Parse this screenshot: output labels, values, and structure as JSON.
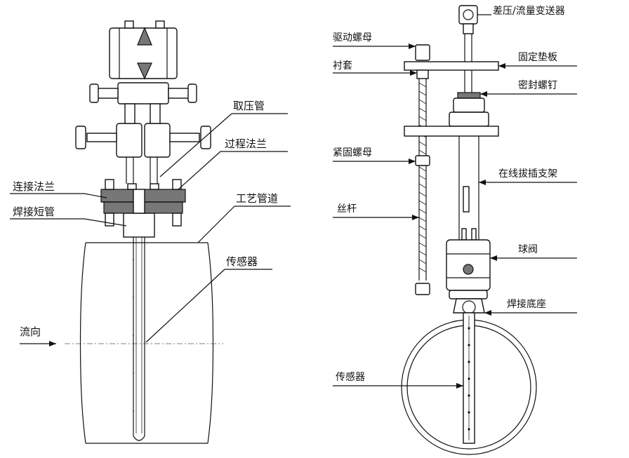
{
  "left_diagram": {
    "labels": {
      "pressure_tube": "取压管",
      "process_flange": "过程法兰",
      "connecting_flange": "连接法兰",
      "weld_nipple": "焊接短管",
      "process_pipe": "工艺管道",
      "sensor": "传感器",
      "flow_direction": "流向"
    }
  },
  "right_diagram": {
    "labels": {
      "transmitter": "差压/流量变送器",
      "drive_nut": "驱动螺母",
      "fixed_plate": "固定垫板",
      "bushing": "衬套",
      "sealing_screw": "密封螺钉",
      "fastening_nut": "紧固螺母",
      "online_retractor": "在线拔插支架",
      "lead_screw": "丝杆",
      "ball_valve": "球阀",
      "weld_base": "焊接底座",
      "sensor": "传感器"
    }
  }
}
